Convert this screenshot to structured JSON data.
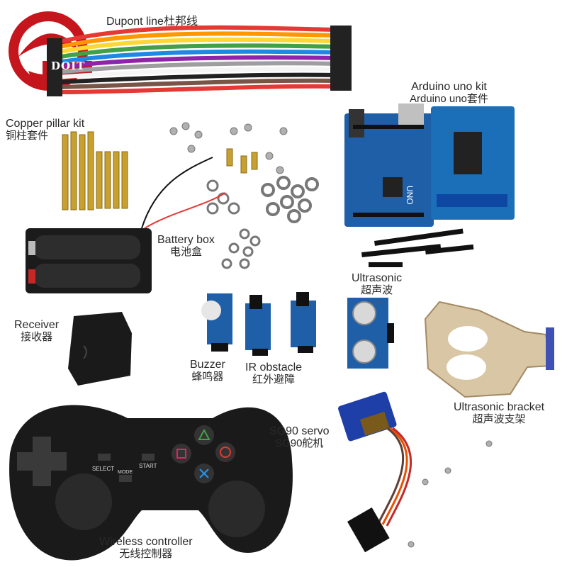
{
  "brand": {
    "logo_text": "DOIT",
    "accent_color": "#c4161c"
  },
  "labels": {
    "dupont": {
      "en": "Dupont line杜邦线"
    },
    "arduino": {
      "en": "Arduino uno kit",
      "cn": "Arduino uno套件"
    },
    "copper": {
      "en": "Copper pillar kit",
      "cn": "铜柱套件"
    },
    "battery": {
      "en": "Battery box",
      "cn": "电池盒"
    },
    "ultrasonic": {
      "en": "Ultrasonic",
      "cn": "超声波"
    },
    "receiver": {
      "en": "Receiver",
      "cn": "接收器"
    },
    "buzzer": {
      "en": "Buzzer",
      "cn": "蜂鸣器"
    },
    "ir": {
      "en": "IR obstacle",
      "cn": "红外避障"
    },
    "bracket": {
      "en": "Ultrasonic bracket",
      "cn": "超声波支架"
    },
    "servo": {
      "en": "SG90 servo",
      "cn": "SG90舵机"
    },
    "controller": {
      "en": "Wireless controller",
      "cn": "无线控制器"
    }
  },
  "board_text": {
    "uno": "UNO"
  },
  "controller_text": {
    "select": "SELECT",
    "start": "START",
    "mode": "MODE"
  },
  "icons": [
    "triangle-button-icon",
    "square-button-icon",
    "circle-button-icon",
    "cross-button-icon",
    "dpad-icon"
  ]
}
